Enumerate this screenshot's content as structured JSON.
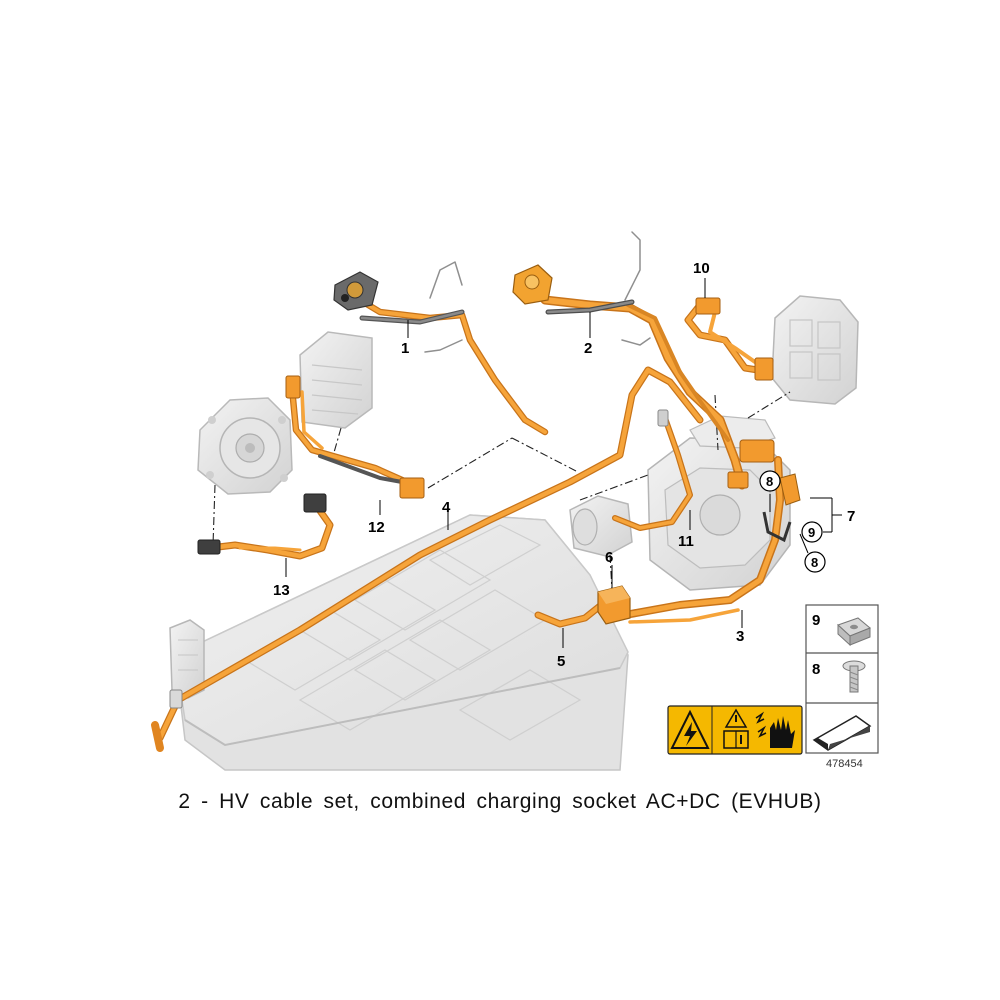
{
  "callouts": {
    "c1": "1",
    "c2": "2",
    "c3": "3",
    "c4": "4",
    "c5": "5",
    "c6": "6",
    "c7": "7",
    "c8a": "8",
    "c8b": "8",
    "c9": "9",
    "c10": "10",
    "c11": "11",
    "c12": "12",
    "c13": "13"
  },
  "legend": {
    "item9": "9",
    "item8": "8"
  },
  "reference_number": "478454",
  "caption": "2 - HV cable set, combined charging socket AC+DC (EVHUB)",
  "colors": {
    "cable": "#f29a2e",
    "cable_dark": "#d9791a",
    "component": "#e9e9e9",
    "component_edge": "#b9b9b9",
    "warning": "#f5b800"
  },
  "icons": {
    "high_voltage": "lightning-warning-icon",
    "manual": "read-manual-icon",
    "no_touch": "do-not-touch-icon",
    "direction": "arrow-icon"
  }
}
